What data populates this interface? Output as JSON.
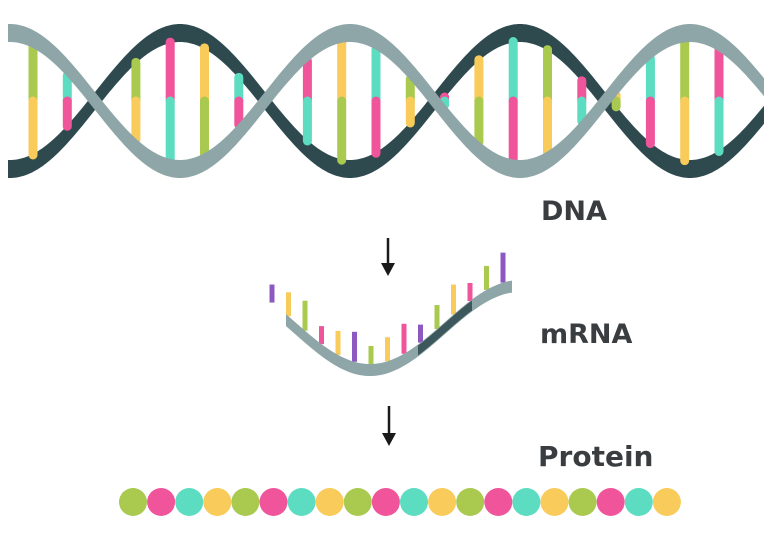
{
  "labels": {
    "dna": "DNA",
    "mrna": "mRNA",
    "protein": "Protein"
  },
  "colors": {
    "backbone_light": "#8fa6a8",
    "backbone_dark": "#2f4a4f",
    "yellow": "#f8cb5a",
    "green": "#a9c94f",
    "pink": "#f0549a",
    "teal": "#5cdcc0",
    "purple": "#8d58c0",
    "arrow": "#1a1a1a",
    "text": "#3a3d3f"
  },
  "protein_bead_colors": [
    "green",
    "pink",
    "teal",
    "yellow",
    "green",
    "pink",
    "teal",
    "yellow",
    "green",
    "pink",
    "teal",
    "yellow",
    "green",
    "pink",
    "teal",
    "yellow",
    "green",
    "pink",
    "teal",
    "yellow"
  ],
  "dna_rung_pairs": [
    [
      "green",
      "yellow"
    ],
    [
      "teal",
      "pink"
    ],
    [
      "pink",
      "teal"
    ],
    [
      "green",
      "yellow"
    ],
    [
      "pink",
      "teal"
    ],
    [
      "yellow",
      "green"
    ],
    [
      "teal",
      "pink"
    ],
    [
      "green",
      "yellow"
    ],
    [
      "pink",
      "teal"
    ],
    [
      "yellow",
      "green"
    ],
    [
      "teal",
      "pink"
    ],
    [
      "green",
      "yellow"
    ],
    [
      "pink",
      "teal"
    ],
    [
      "yellow",
      "green"
    ],
    [
      "teal",
      "pink"
    ],
    [
      "green",
      "yellow"
    ],
    [
      "pink",
      "teal"
    ],
    [
      "yellow",
      "green"
    ],
    [
      "teal",
      "pink"
    ],
    [
      "green",
      "yellow"
    ],
    [
      "pink",
      "teal"
    ],
    [
      "yellow",
      "green"
    ]
  ],
  "mrna_base_colors": [
    "purple",
    "yellow",
    "green",
    "pink",
    "yellow",
    "purple",
    "green",
    "yellow",
    "pink",
    "purple",
    "green",
    "yellow",
    "pink",
    "green",
    "purple"
  ]
}
